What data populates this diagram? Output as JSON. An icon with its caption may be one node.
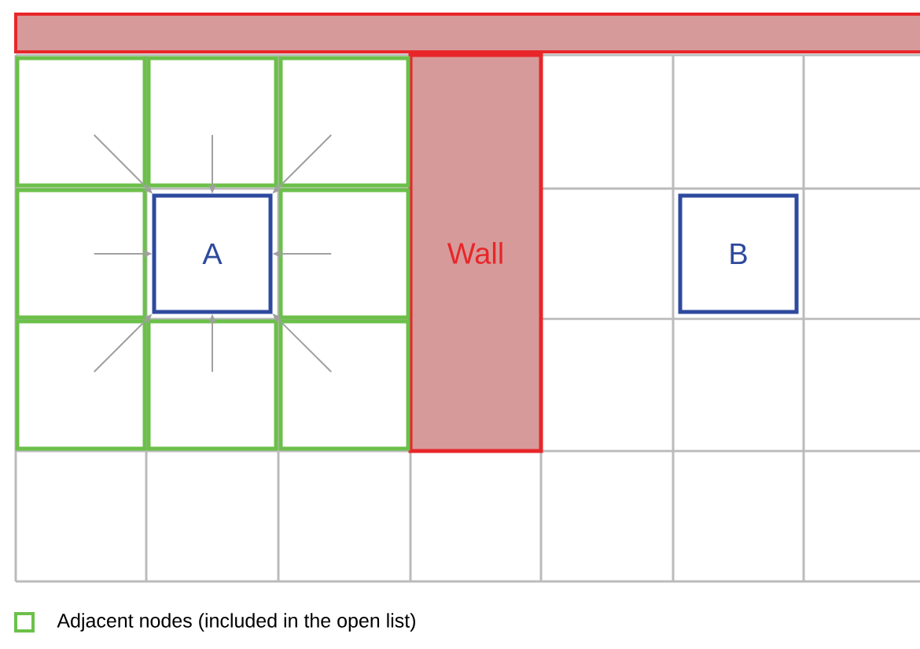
{
  "diagram": {
    "nodes": [
      {
        "text": [
          "A"
        ]
      },
      {
        "text": [
          "Wall"
        ]
      },
      {
        "text": [
          "B"
        ]
      },
      {
        "text": [],
        "shape": "box"
      },
      {
        "text": [],
        "shape": "box"
      },
      {
        "text": [],
        "shape": "box"
      },
      {
        "text": [],
        "shape": "box"
      },
      {
        "text": [],
        "shape": "box"
      },
      {
        "text": [],
        "shape": "box"
      },
      {
        "text": [],
        "shape": "box"
      },
      {
        "text": [],
        "shape": "box"
      }
    ],
    "edges": [
      {
        "from": 3,
        "to": 0,
        "arrow": "to"
      },
      {
        "from": 4,
        "to": 0,
        "arrow": "to"
      },
      {
        "from": 5,
        "to": 0,
        "arrow": "to"
      },
      {
        "from": 6,
        "to": 0,
        "arrow": "to"
      },
      {
        "from": 7,
        "to": 0,
        "arrow": "to"
      },
      {
        "from": 8,
        "to": 0,
        "arrow": "to"
      },
      {
        "from": 9,
        "to": 0,
        "arrow": "to"
      },
      {
        "from": 10,
        "to": 0,
        "arrow": "to"
      }
    ],
    "legend": [
      {
        "text": "Adjacent nodes (included in the open list)"
      }
    ]
  }
}
